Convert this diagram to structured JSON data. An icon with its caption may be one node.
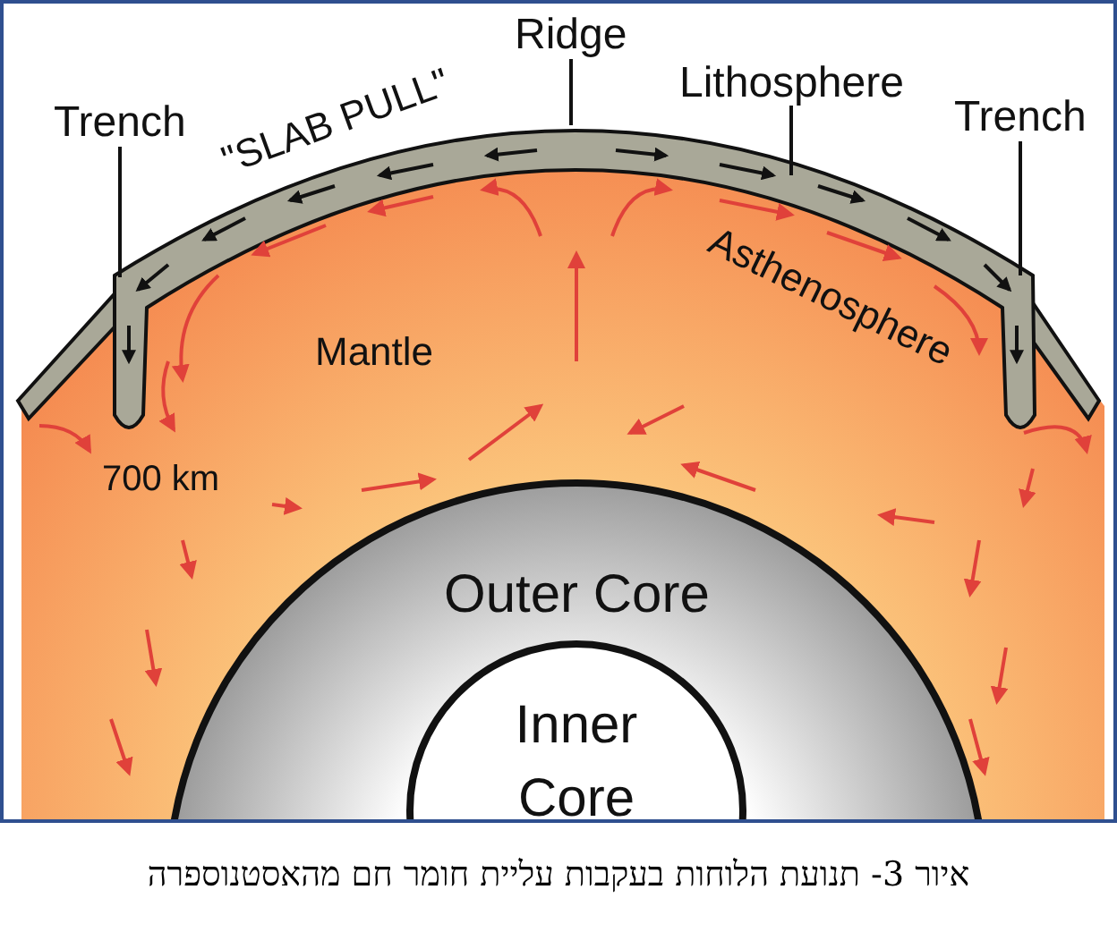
{
  "diagram": {
    "caption": "איור 3- תנועת הלוחות בעקבות עליית חומר חם מהאסטנוספרה",
    "nodes": [
      {
        "text": [
          "Trench"
        ]
      },
      {
        "text": [
          "Ridge"
        ]
      },
      {
        "text": [
          "Lithosphere"
        ]
      },
      {
        "text": [
          "Trench"
        ]
      },
      {
        "text": [
          "Outer Core"
        ]
      },
      {
        "text": [
          "Inner Core"
        ],
        "in": 4
      }
    ],
    "edges": [
      {
        "from": 0,
        "to": null,
        "arrow": "none"
      },
      {
        "from": 1,
        "to": null,
        "arrow": "none"
      },
      {
        "from": 2,
        "to": null,
        "arrow": "none"
      },
      {
        "from": 3,
        "to": null,
        "arrow": "none"
      }
    ],
    "labels": [
      "\"SLAB PULL\"",
      "Mantle",
      "Asthenosphere",
      "700 km"
    ]
  }
}
